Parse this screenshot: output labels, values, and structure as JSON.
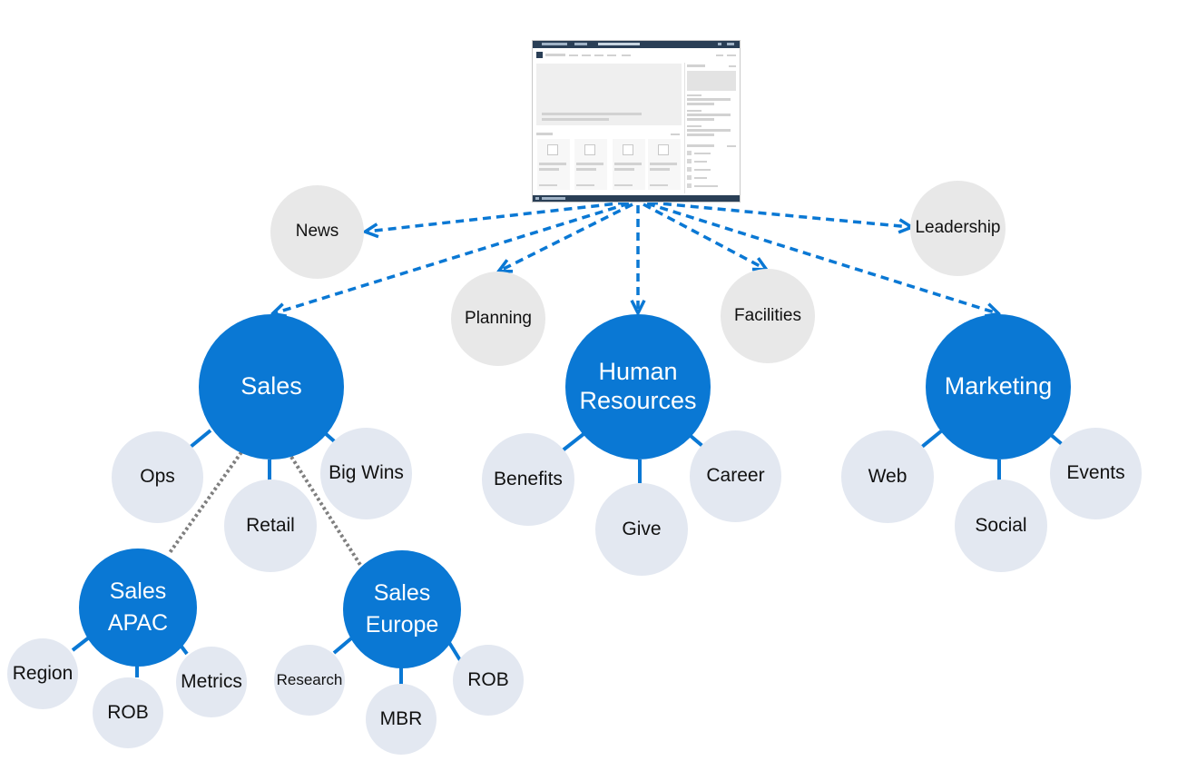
{
  "colors": {
    "hub": "#0a78d4",
    "leaf": "#e3e8f1",
    "ghost": "#e8e8e8",
    "arrow": "#0a78d4",
    "dotted": "#7f7f7f"
  },
  "site_preview": {
    "icon": "site-screenshot-thumbnail"
  },
  "nodes": {
    "news": "News",
    "leadership": "Leadership",
    "planning": "Planning",
    "facilities": "Facilities",
    "sales": "Sales",
    "human_resources": "Human Resources",
    "marketing": "Marketing",
    "ops": "Ops",
    "retail": "Retail",
    "big_wins": "Big Wins",
    "benefits": "Benefits",
    "give": "Give",
    "career": "Career",
    "web": "Web",
    "social": "Social",
    "events": "Events",
    "sales_apac": "Sales APAC",
    "sales_europe": "Sales Europe",
    "region": "Region",
    "rob_apac": "ROB",
    "metrics": "Metrics",
    "research": "Research",
    "mbr": "MBR",
    "rob_europe": "ROB"
  }
}
